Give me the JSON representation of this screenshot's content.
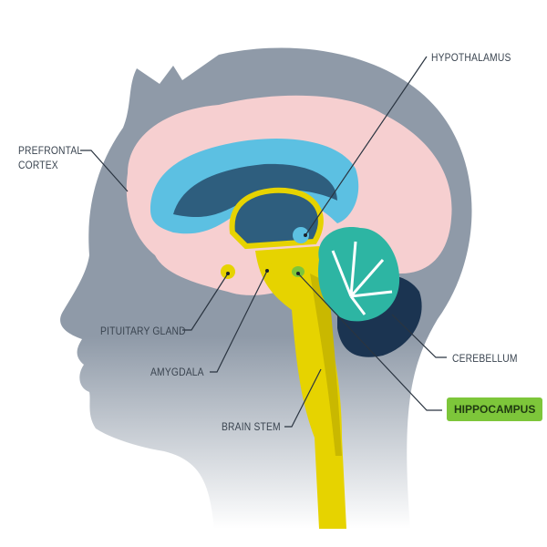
{
  "title": "Brain anatomy",
  "labels": {
    "hypothalamus": "HYPOTHALAMUS",
    "prefrontal_line1": "PREFRONTAL",
    "prefrontal_line2": "CORTEX",
    "pituitary": "PITUITARY GLAND",
    "amygdala": "AMYGDALA",
    "cerebellum": "CEREBELLUM",
    "hippocampus": "HIPPOCAMPUS",
    "brain_stem": "BRAIN STEM"
  },
  "colors": {
    "head": "#8f9aa8",
    "brain": "#f6cfd0",
    "ventricle_light": "#5cc0e2",
    "ventricle_dark": "#2e5e7e",
    "yellow": "#e6d300",
    "cerebellum": "#2db5a3",
    "cerebellum_dark": "#1b3451",
    "highlight": "#7dc63a"
  }
}
